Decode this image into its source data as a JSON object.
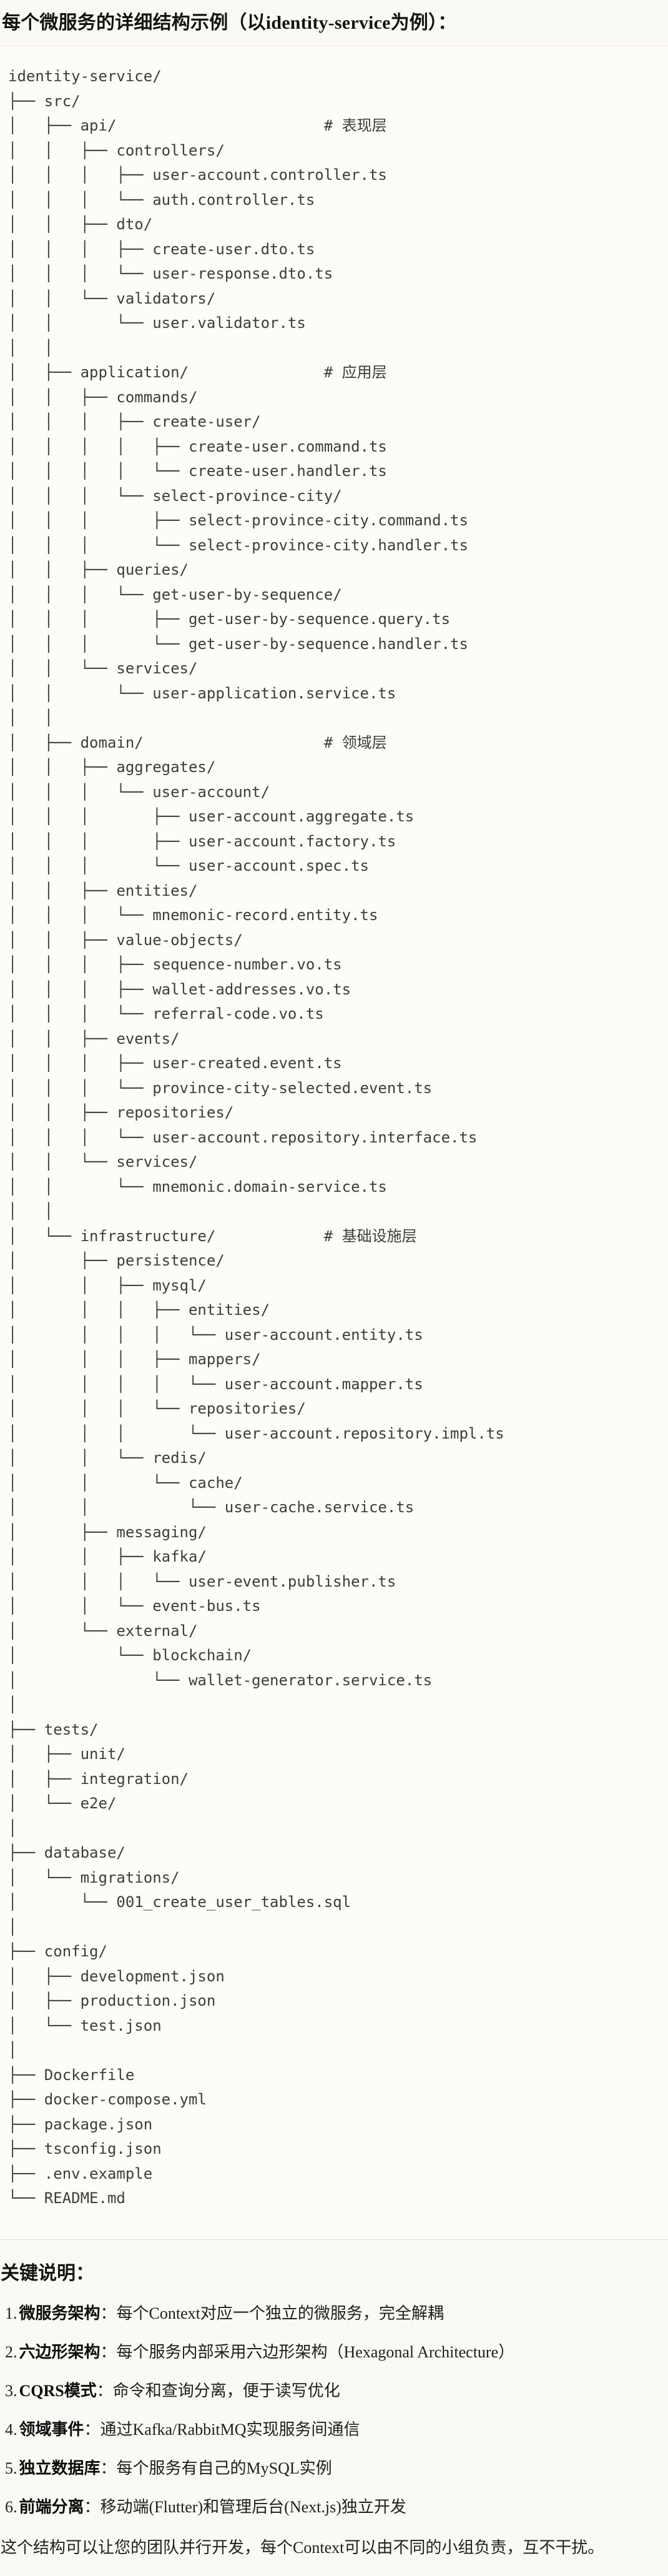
{
  "page": {
    "title": "每个微服务的详细结构示例（以identity-service为例）："
  },
  "colors": {
    "page_background": "#faf9f3",
    "code_background": "#fcfcf9",
    "code_border": "#e6e4dc",
    "code_text": "#3e3d38",
    "heading_text": "#14130f",
    "body_text": "#21201c"
  },
  "tree": {
    "lines": [
      "identity-service/",
      "├── src/",
      "│   ├── api/                       # 表现层",
      "│   │   ├── controllers/",
      "│   │   │   ├── user-account.controller.ts",
      "│   │   │   └── auth.controller.ts",
      "│   │   ├── dto/",
      "│   │   │   ├── create-user.dto.ts",
      "│   │   │   └── user-response.dto.ts",
      "│   │   └── validators/",
      "│   │       └── user.validator.ts",
      "│   │",
      "│   ├── application/               # 应用层",
      "│   │   ├── commands/",
      "│   │   │   ├── create-user/",
      "│   │   │   │   ├── create-user.command.ts",
      "│   │   │   │   └── create-user.handler.ts",
      "│   │   │   └── select-province-city/",
      "│   │   │       ├── select-province-city.command.ts",
      "│   │   │       └── select-province-city.handler.ts",
      "│   │   ├── queries/",
      "│   │   │   └── get-user-by-sequence/",
      "│   │   │       ├── get-user-by-sequence.query.ts",
      "│   │   │       └── get-user-by-sequence.handler.ts",
      "│   │   └── services/",
      "│   │       └── user-application.service.ts",
      "│   │",
      "│   ├── domain/                    # 领域层",
      "│   │   ├── aggregates/",
      "│   │   │   └── user-account/",
      "│   │   │       ├── user-account.aggregate.ts",
      "│   │   │       ├── user-account.factory.ts",
      "│   │   │       └── user-account.spec.ts",
      "│   │   ├── entities/",
      "│   │   │   └── mnemonic-record.entity.ts",
      "│   │   ├── value-objects/",
      "│   │   │   ├── sequence-number.vo.ts",
      "│   │   │   ├── wallet-addresses.vo.ts",
      "│   │   │   └── referral-code.vo.ts",
      "│   │   ├── events/",
      "│   │   │   ├── user-created.event.ts",
      "│   │   │   └── province-city-selected.event.ts",
      "│   │   ├── repositories/",
      "│   │   │   └── user-account.repository.interface.ts",
      "│   │   └── services/",
      "│   │       └── mnemonic.domain-service.ts",
      "│   │",
      "│   └── infrastructure/            # 基础设施层",
      "│       ├── persistence/",
      "│       │   ├── mysql/",
      "│       │   │   ├── entities/",
      "│       │   │   │   └── user-account.entity.ts",
      "│       │   │   ├── mappers/",
      "│       │   │   │   └── user-account.mapper.ts",
      "│       │   │   └── repositories/",
      "│       │   │       └── user-account.repository.impl.ts",
      "│       │   └── redis/",
      "│       │       └── cache/",
      "│       │           └── user-cache.service.ts",
      "│       ├── messaging/",
      "│       │   ├── kafka/",
      "│       │   │   └── user-event.publisher.ts",
      "│       │   └── event-bus.ts",
      "│       └── external/",
      "│           └── blockchain/",
      "│               └── wallet-generator.service.ts",
      "│",
      "├── tests/",
      "│   ├── unit/",
      "│   ├── integration/",
      "│   └── e2e/",
      "│",
      "├── database/",
      "│   └── migrations/",
      "│       └── 001_create_user_tables.sql",
      "│",
      "├── config/",
      "│   ├── development.json",
      "│   ├── production.json",
      "│   └── test.json",
      "│",
      "├── Dockerfile",
      "├── docker-compose.yml",
      "├── package.json",
      "├── tsconfig.json",
      "├── .env.example",
      "└── README.md"
    ]
  },
  "notes": {
    "heading": "关键说明：",
    "items": [
      {
        "num": "1.",
        "label": "微服务架构",
        "text": "：每个Context对应一个独立的微服务，完全解耦"
      },
      {
        "num": "2.",
        "label": "六边形架构",
        "text": "：每个服务内部采用六边形架构（Hexagonal Architecture）"
      },
      {
        "num": "3.",
        "label": "CQRS模式",
        "text": "：命令和查询分离，便于读写优化"
      },
      {
        "num": "4.",
        "label": "领域事件",
        "text": "：通过Kafka/RabbitMQ实现服务间通信"
      },
      {
        "num": "5.",
        "label": "独立数据库",
        "text": "：每个服务有自己的MySQL实例"
      },
      {
        "num": "6.",
        "label": "前端分离",
        "text": "：移动端(Flutter)和管理后台(Next.js)独立开发"
      }
    ],
    "footer": "这个结构可以让您的团队并行开发，每个Context可以由不同的小组负责，互不干扰。"
  }
}
